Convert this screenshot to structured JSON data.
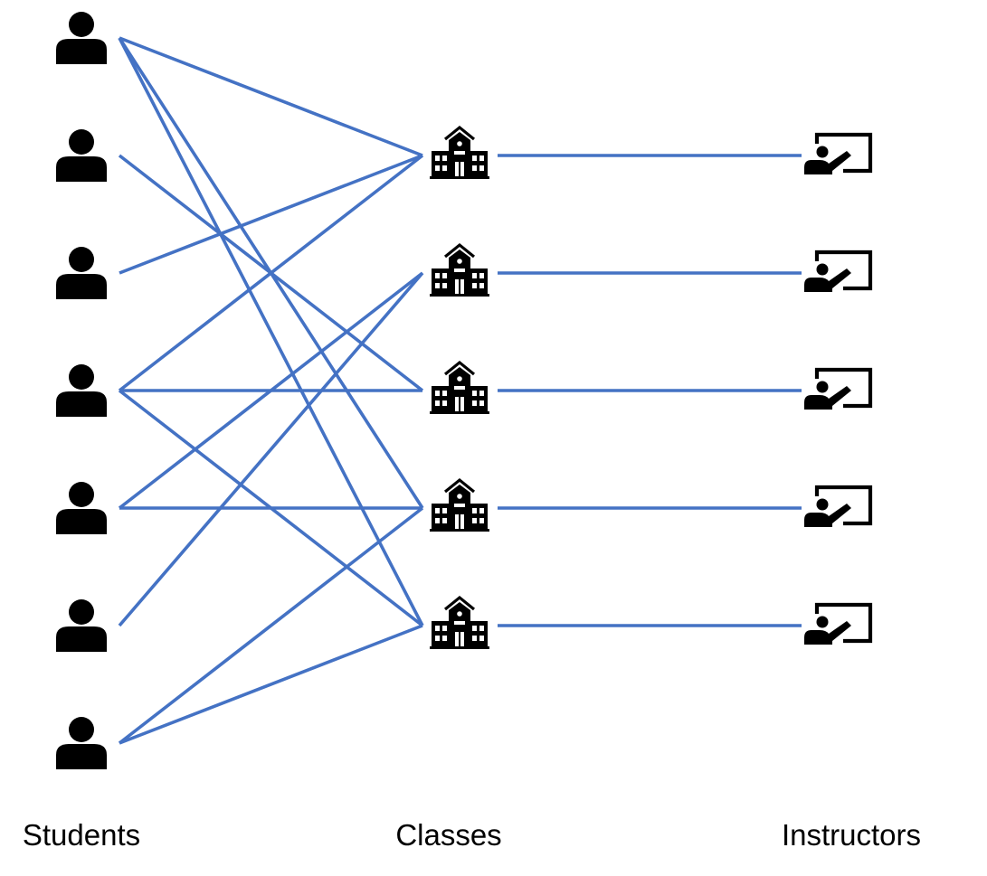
{
  "labels": {
    "students": "Students",
    "classes": "Classes",
    "instructors": "Instructors"
  },
  "colors": {
    "edge": "#4472C4",
    "icon": "#000000",
    "background": "#FFFFFF"
  },
  "icons": {
    "student": "person-icon",
    "class": "school-building-icon",
    "instructor": "teacher-at-board-icon"
  },
  "student_count": 7,
  "class_count": 5,
  "instructor_count": 5,
  "student_class_links": [
    {
      "student": 1,
      "class": 1
    },
    {
      "student": 1,
      "class": 4
    },
    {
      "student": 1,
      "class": 5
    },
    {
      "student": 2,
      "class": 3
    },
    {
      "student": 3,
      "class": 1
    },
    {
      "student": 4,
      "class": 1
    },
    {
      "student": 4,
      "class": 3
    },
    {
      "student": 4,
      "class": 5
    },
    {
      "student": 5,
      "class": 2
    },
    {
      "student": 5,
      "class": 4
    },
    {
      "student": 6,
      "class": 2
    },
    {
      "student": 7,
      "class": 4
    },
    {
      "student": 7,
      "class": 5
    }
  ],
  "class_instructor_links": [
    {
      "class": 1,
      "instructor": 1
    },
    {
      "class": 2,
      "instructor": 2
    },
    {
      "class": 3,
      "instructor": 3
    },
    {
      "class": 4,
      "instructor": 4
    },
    {
      "class": 5,
      "instructor": 5
    }
  ]
}
